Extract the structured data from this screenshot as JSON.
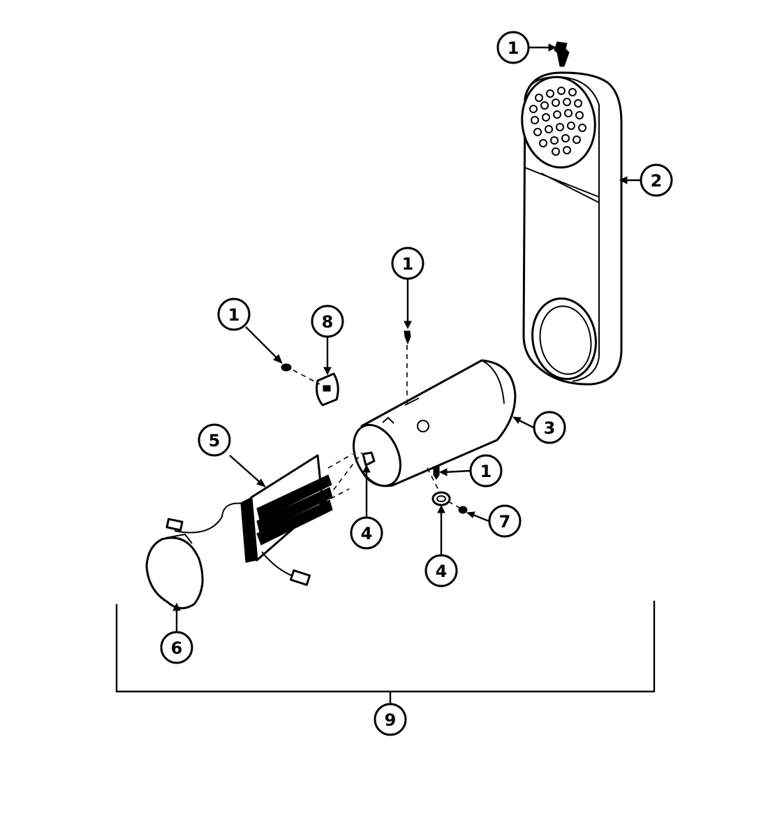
{
  "callouts": [
    {
      "id": "c1-top",
      "label": "1"
    },
    {
      "id": "c2",
      "label": "2"
    },
    {
      "id": "c1-mid",
      "label": "1"
    },
    {
      "id": "c1-left",
      "label": "1"
    },
    {
      "id": "c8",
      "label": "8"
    },
    {
      "id": "c5",
      "label": "5"
    },
    {
      "id": "c3",
      "label": "3"
    },
    {
      "id": "c1-right",
      "label": "1"
    },
    {
      "id": "c7",
      "label": "7"
    },
    {
      "id": "c4-center",
      "label": "4"
    },
    {
      "id": "c4-right",
      "label": "4"
    },
    {
      "id": "c6",
      "label": "6"
    },
    {
      "id": "c9",
      "label": "9"
    }
  ]
}
